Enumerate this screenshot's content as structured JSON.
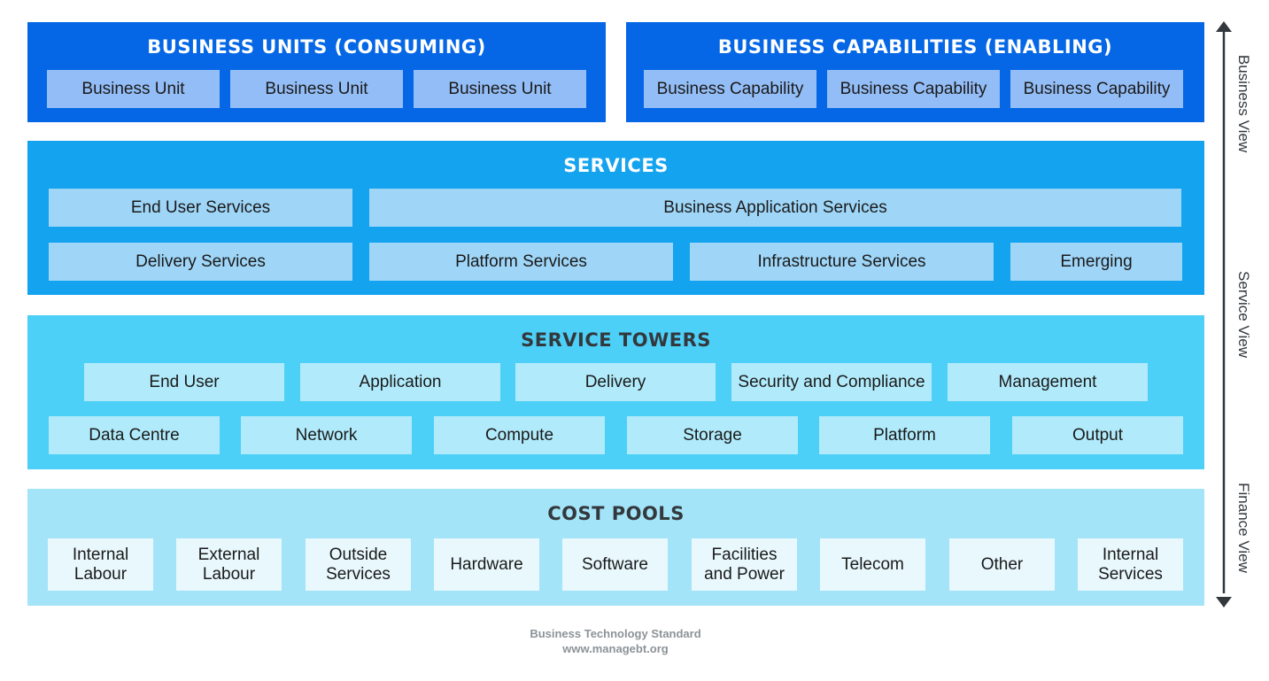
{
  "business_units": {
    "title": "BUSINESS UNITS (CONSUMING)",
    "items": [
      "Business Unit",
      "Business Unit",
      "Business Unit"
    ]
  },
  "business_capabilities": {
    "title": "BUSINESS CAPABILITIES (ENABLING)",
    "items": [
      "Business Capability",
      "Business Capability",
      "Business Capability"
    ]
  },
  "services": {
    "title": "SERVICES",
    "row1": [
      "End User Services",
      "Business Application Services"
    ],
    "row2": [
      "Delivery Services",
      "Platform Services",
      "Infrastructure Services",
      "Emerging"
    ]
  },
  "service_towers": {
    "title": "SERVICE TOWERS",
    "row1": [
      "End User",
      "Application",
      "Delivery",
      "Security and Compliance",
      "Management"
    ],
    "row2": [
      "Data Centre",
      "Network",
      "Compute",
      "Storage",
      "Platform",
      "Output"
    ]
  },
  "cost_pools": {
    "title": "COST POOLS",
    "items": [
      [
        "Internal",
        "Labour"
      ],
      [
        "External",
        "Labour"
      ],
      [
        "Outside",
        "Services"
      ],
      [
        "Hardware"
      ],
      [
        "Software"
      ],
      [
        "Facilities",
        "and Power"
      ],
      [
        "Telecom"
      ],
      [
        "Other"
      ],
      [
        "Internal",
        "Services"
      ]
    ]
  },
  "views": {
    "business": "Business View",
    "service": "Service View",
    "finance": "Finance View"
  },
  "footer": {
    "line1": "Business Technology Standard",
    "line2": "www.managebt.org"
  },
  "colors": {
    "business_panel": "#0567e6",
    "services_panel": "#14a3ee",
    "towers_panel": "#4dd0f7",
    "cost_pools_panel": "#a3e4f9"
  }
}
